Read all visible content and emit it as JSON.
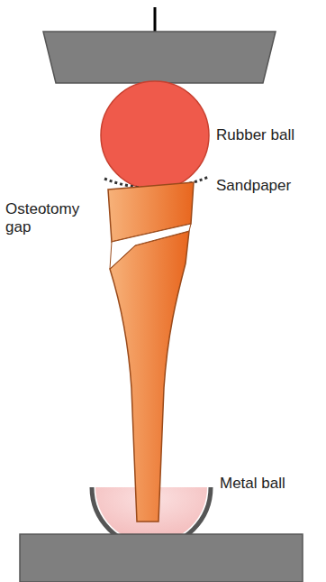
{
  "diagram": {
    "labels": [
      "Rubber ball",
      "Sandpaper",
      "Osteotomy gap",
      "Metal ball"
    ]
  }
}
